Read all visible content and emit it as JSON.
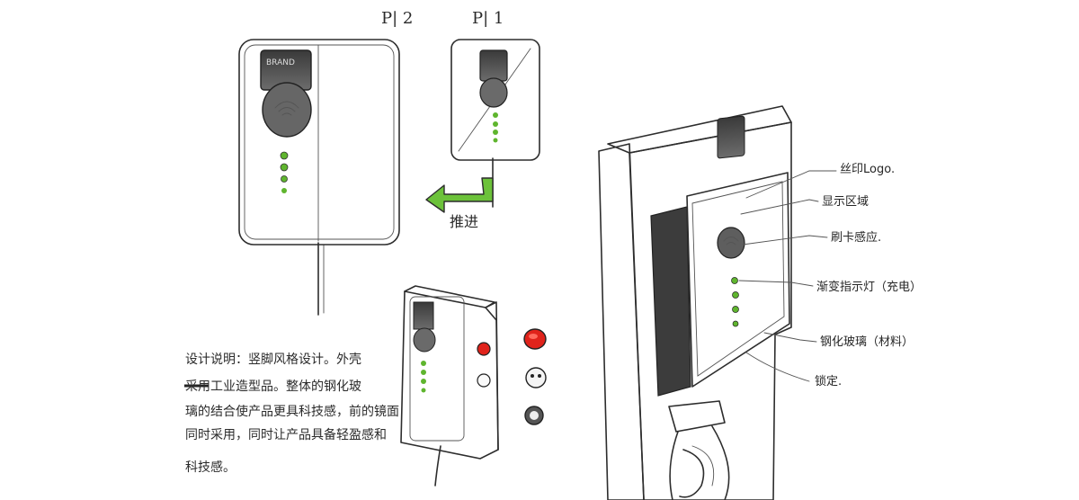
{
  "labels": {
    "p12": "P| 2",
    "p11": "P| 1",
    "arrow_text": "推进",
    "callouts": [
      "丝印Logo.",
      "显示区域",
      "刷卡感应.",
      "渐变指示灯（充电）",
      "钢化玻璃（材料）",
      "锁定."
    ]
  },
  "notes": {
    "lines": [
      "设计说明：竖脚风格设计。外壳",
      "采用工业造型品。整体的钢化玻",
      "璃的结合使产品更具科技感，前的镜面",
      "同时采用，同时让产品具备轻盈感和",
      "科技感。"
    ]
  },
  "colors": {
    "led_green": "#5fb52e",
    "arrow_green": "#6cc23a",
    "button_red": "#e0231b",
    "marker_gray": "#c9c9c9",
    "ink": "#2d2d2d"
  }
}
